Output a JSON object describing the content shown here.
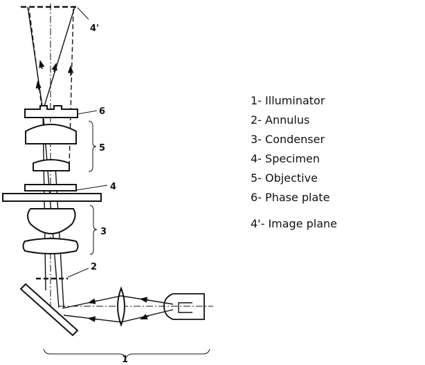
{
  "diagram": {
    "labels": {
      "l1": "1",
      "l2": "2",
      "l3": "3",
      "l4": "4",
      "l4p": "4'",
      "l5": "5",
      "l6": "6"
    }
  },
  "legend": {
    "items": [
      "1- Illuminator",
      "2- Annulus",
      "3- Condenser",
      "4- Specimen",
      "5- Objective",
      "6- Phase plate"
    ],
    "image_plane": "4'- Image plane"
  }
}
